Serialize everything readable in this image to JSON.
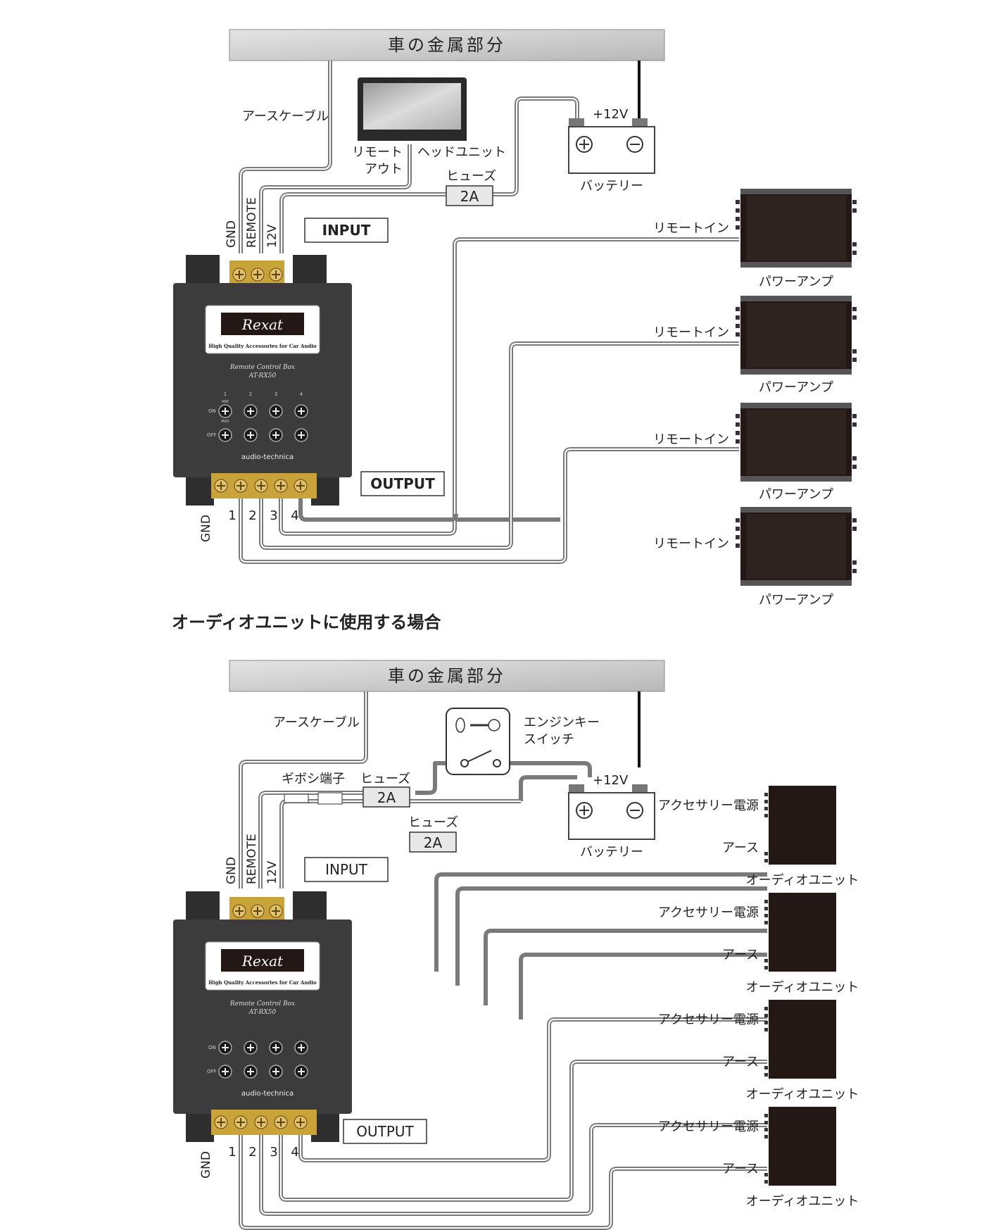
{
  "colors": {
    "wire_outer": "#777777",
    "wire_inner": "#ffffff",
    "device_dark": "#3c3c3c",
    "unit_dark": "#231815",
    "bar_gray": "#d0d0d0",
    "terminal_gold": "#c9a23a"
  },
  "section1": {
    "chassis_label": "車の金属部分",
    "earth_cable": "アースケーブル",
    "head_unit": "ヘッドユニット",
    "remote_out_1": "リモート",
    "remote_out_2": "アウト",
    "plus12v": "+12V",
    "battery": "バッテリー",
    "fuse": "ヒューズ",
    "fuse_value": "2A",
    "input_box": "INPUT",
    "output_box": "OUTPUT",
    "input_terminals": [
      "GND",
      "REMOTE",
      "12V"
    ],
    "output_terminals": [
      "GND",
      "1",
      "2",
      "3",
      "4"
    ],
    "amps": [
      {
        "remote_in": "リモートイン",
        "name": "パワーアンプ"
      },
      {
        "remote_in": "リモートイン",
        "name": "パワーアンプ"
      },
      {
        "remote_in": "リモートイン",
        "name": "パワーアンプ"
      },
      {
        "remote_in": "リモートイン",
        "name": "パワーアンプ"
      }
    ]
  },
  "section2_title": "オーディオユニットに使用する場合",
  "section2": {
    "chassis_label": "車の金属部分",
    "earth_cable": "アースケーブル",
    "engine_key_1": "エンジンキー",
    "engine_key_2": "スイッチ",
    "gibosi": "ギボシ端子",
    "fuse": "ヒューズ",
    "fuse_value": "2A",
    "plus12v": "+12V",
    "battery": "バッテリー",
    "input_box": "INPUT",
    "output_box": "OUTPUT",
    "input_terminals": [
      "GND",
      "REMOTE",
      "12V"
    ],
    "output_terminals": [
      "GND",
      "1",
      "2",
      "3",
      "4"
    ],
    "units": [
      {
        "acc": "アクセサリー電源",
        "earth": "アース",
        "name": "オーディオユニット"
      },
      {
        "acc": "アクセサリー電源",
        "earth": "アース",
        "name": "オーディオユニット"
      },
      {
        "acc": "アクセサリー電源",
        "earth": "アース",
        "name": "オーディオユニット"
      },
      {
        "acc": "アクセサリー電源",
        "earth": "アース",
        "name": "オーディオユニット"
      }
    ]
  },
  "device": {
    "brand": "Rexat",
    "tagline": "High Quality Accessories for Car Audio",
    "model_line1": "Remote Control Box",
    "model_line2": "AT-RX50",
    "channels": [
      "1",
      "2",
      "3",
      "4"
    ],
    "row_on": "ON",
    "row_off": "OFF",
    "knob_min": "MIN",
    "knob_max": "MAX",
    "maker": "audio-technica"
  }
}
